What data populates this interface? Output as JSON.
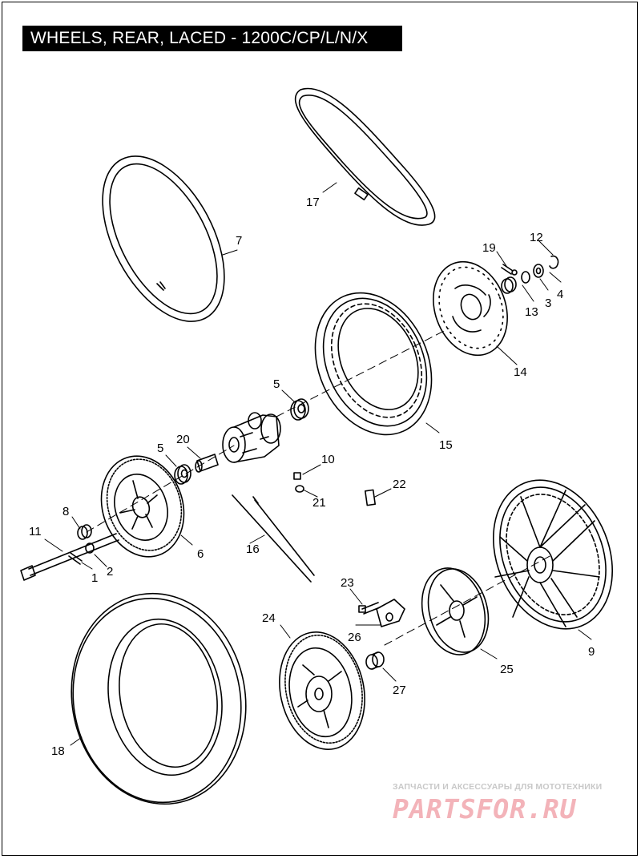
{
  "title": "WHEELS, REAR, LACED - 1200C/CP/L/N/X",
  "callouts": [
    "1",
    "2",
    "3",
    "4",
    "5",
    "5",
    "6",
    "7",
    "8",
    "9",
    "10",
    "11",
    "12",
    "13",
    "14",
    "15",
    "16",
    "17",
    "18",
    "19",
    "20",
    "21",
    "22",
    "23",
    "24",
    "25",
    "26",
    "27"
  ],
  "watermark": {
    "tagline": "ЗАПЧАСТИ И АКСЕССУАРЫ ДЛЯ МОТОТЕХНИКИ",
    "logo": "PARTSFOR.RU"
  },
  "colors": {
    "line": "#000000",
    "background": "#ffffff",
    "watermark": "#f3b3b9"
  }
}
